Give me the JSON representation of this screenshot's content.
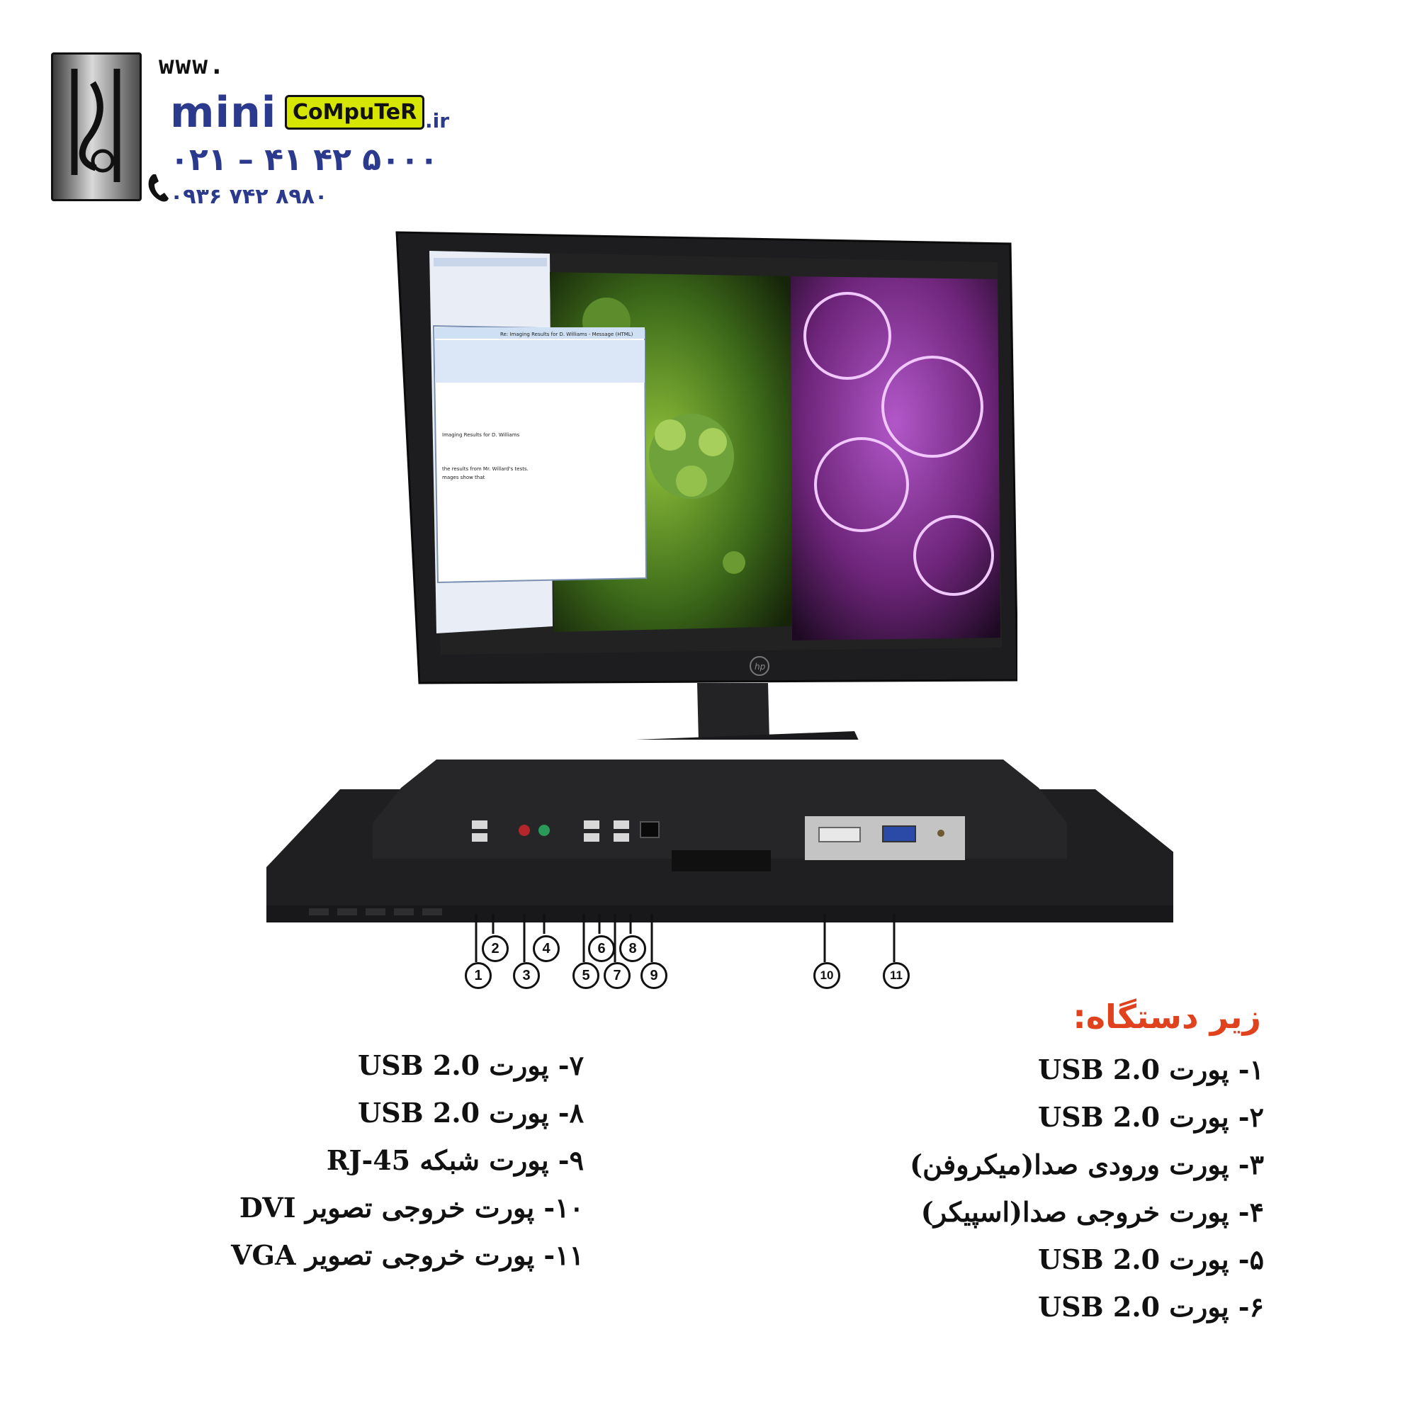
{
  "logo": {
    "www": "www.",
    "mini": "mini",
    "computer": "CoMpuTeR",
    "tld": ".ir",
    "phone_main": "۰۲۱ – ۴۱ ۴۲ ۵۰۰۰",
    "phone_mobile": "۰۹۳۶ ۷۴۲ ۸۹۸۰"
  },
  "monitor": {
    "brand": "hp",
    "screen_window_title": "Re: Imaging Results for D. Williams - Message (HTML)",
    "screen_subject": "Imaging Results for D. Williams",
    "screen_body_1": "the results from Mr. Willard's tests.",
    "screen_body_2": "mages show that"
  },
  "callouts": [
    "1",
    "2",
    "3",
    "4",
    "5",
    "6",
    "7",
    "8",
    "9",
    "10",
    "11"
  ],
  "section_title": "زیر دستگاه:",
  "ports_right": [
    "۱- پورت USB 2.0",
    "۲- پورت USB 2.0",
    "۳- پورت ورودی صدا(میکروفن)",
    "۴- پورت خروجی صدا(اسپیکر)",
    "۵- پورت USB 2.0",
    "۶- پورت USB 2.0"
  ],
  "ports_left": [
    "۷- پورت USB 2.0",
    "۸- پورت USB 2.0",
    "۹- پورت شبکه RJ-45",
    "۱۰- پورت خروجی تصویر DVI",
    "۱۱- پورت خروجی تصویر VGA"
  ],
  "colors": {
    "heading": "#e0421e",
    "logo_blue": "#2b3a8c",
    "logo_badge": "#d6e600",
    "bezel": "#1d1d1f"
  }
}
